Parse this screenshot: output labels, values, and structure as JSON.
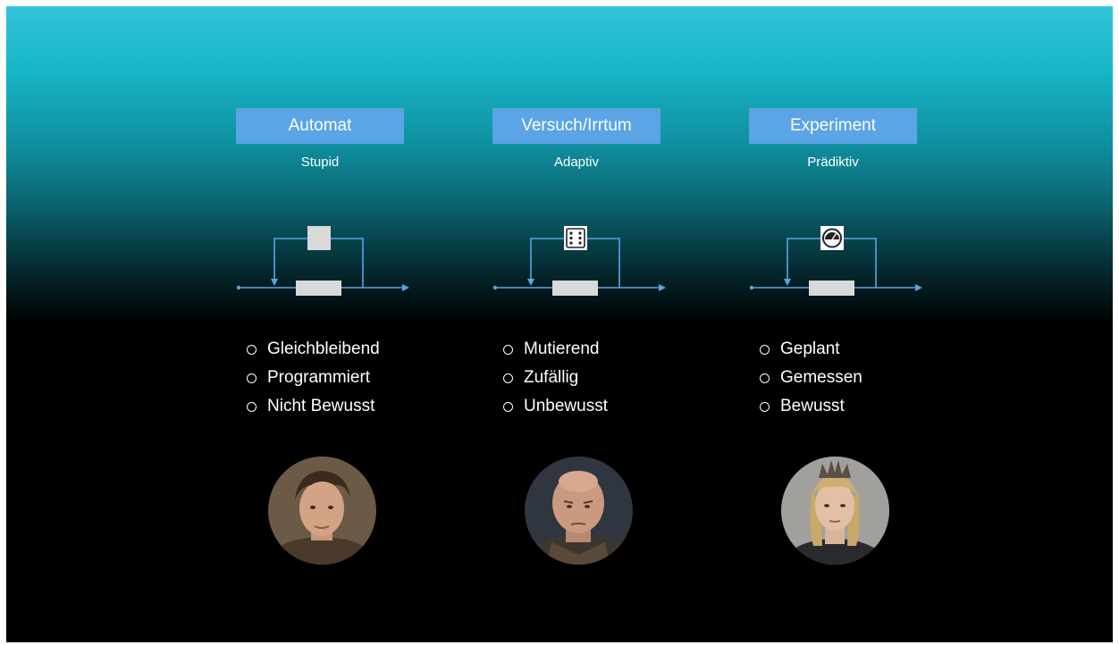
{
  "columns": [
    {
      "title": "Automat",
      "subtitle": "Stupid",
      "diagram_icon": "gray-square",
      "bullets": [
        "Gleichbleibend",
        "Programmiert",
        "Nicht Bewusst"
      ],
      "portrait": "portrait-young-man"
    },
    {
      "title": "Versuch/Irrtum",
      "subtitle": "Adaptiv",
      "diagram_icon": "dice-icon",
      "bullets": [
        "Mutierend",
        "Zufällig",
        "Unbewusst"
      ],
      "portrait": "portrait-bald-man"
    },
    {
      "title": "Experiment",
      "subtitle": "Prädiktiv",
      "diagram_icon": "gauge-icon",
      "bullets": [
        "Geplant",
        "Gemessen",
        "Bewusst"
      ],
      "portrait": "portrait-blonde-woman"
    }
  ],
  "colors": {
    "title_box": "#5ba4e6",
    "diagram_line": "#5ba4e6",
    "diagram_block": "#d9d9d9"
  }
}
